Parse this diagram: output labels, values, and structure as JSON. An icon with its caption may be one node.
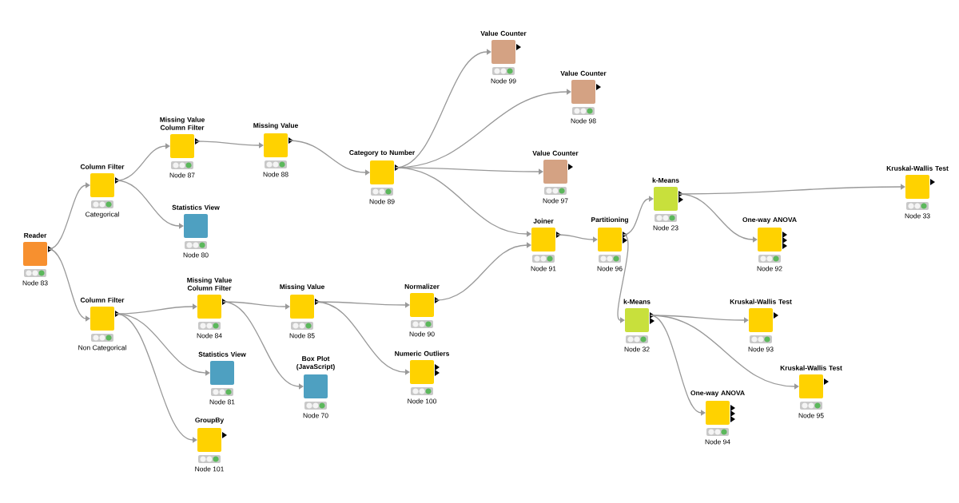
{
  "diagram": {
    "nodes": [
      {
        "text": [
          "Reader",
          "Node 83"
        ]
      },
      {
        "text": [
          "Column Filter",
          "Categorical"
        ]
      },
      {
        "text": [
          "Column Filter",
          "Non Categorical"
        ]
      },
      {
        "text": [
          "Missing Value Column Filter",
          "Node 87"
        ]
      },
      {
        "text": [
          "Statistics View",
          "Node 80"
        ]
      },
      {
        "text": [
          "Missing Value",
          "Node 88"
        ]
      },
      {
        "text": [
          "Category to Number",
          "Node 89"
        ]
      },
      {
        "text": [
          "Value Counter",
          "Node 99"
        ]
      },
      {
        "text": [
          "Value Counter",
          "Node 98"
        ]
      },
      {
        "text": [
          "Value Counter",
          "Node 97"
        ]
      },
      {
        "text": [
          "Missing Value Column Filter",
          "Node 84"
        ]
      },
      {
        "text": [
          "Missing Value",
          "Node 85"
        ]
      },
      {
        "text": [
          "Statistics View",
          "Node 81"
        ]
      },
      {
        "text": [
          "Box Plot (JavaScript)",
          "Node 70"
        ]
      },
      {
        "text": [
          "GroupBy",
          "Node 101"
        ]
      },
      {
        "text": [
          "Normalizer",
          "Node 90"
        ]
      },
      {
        "text": [
          "Numeric Outliers",
          "Node 100"
        ]
      },
      {
        "text": [
          "Joiner",
          "Node 91"
        ]
      },
      {
        "text": [
          "Partitioning",
          "Node 96"
        ]
      },
      {
        "text": [
          "k-Means",
          "Node 23"
        ]
      },
      {
        "text": [
          "One-way ANOVA",
          "Node 92"
        ]
      },
      {
        "text": [
          "Kruskal-Wallis Test",
          "Node 33"
        ]
      },
      {
        "text": [
          "k-Means",
          "Node 32"
        ]
      },
      {
        "text": [
          "Kruskal-Wallis Test",
          "Node 93"
        ]
      },
      {
        "text": [
          "Kruskal-Wallis Test",
          "Node 95"
        ]
      },
      {
        "text": [
          "One-way ANOVA",
          "Node 94"
        ]
      }
    ],
    "edges": [
      {
        "from": 0,
        "to": 1,
        "arrow": "to"
      },
      {
        "from": 0,
        "to": 2,
        "arrow": "to"
      },
      {
        "from": 1,
        "to": 3,
        "arrow": "to"
      },
      {
        "from": 1,
        "to": 4,
        "arrow": "to"
      },
      {
        "from": 3,
        "to": 5,
        "arrow": "to"
      },
      {
        "from": 5,
        "to": 6,
        "arrow": "to"
      },
      {
        "from": 6,
        "to": 7,
        "arrow": "to"
      },
      {
        "from": 6,
        "to": 8,
        "arrow": "to"
      },
      {
        "from": 6,
        "to": 9,
        "arrow": "to"
      },
      {
        "from": 6,
        "to": 17,
        "arrow": "to"
      },
      {
        "from": 2,
        "to": 10,
        "arrow": "to"
      },
      {
        "from": 2,
        "to": 12,
        "arrow": "to"
      },
      {
        "from": 2,
        "to": 14,
        "arrow": "to"
      },
      {
        "from": 10,
        "to": 11,
        "arrow": "to"
      },
      {
        "from": 10,
        "to": 13,
        "arrow": "to"
      },
      {
        "from": 11,
        "to": 15,
        "arrow": "to"
      },
      {
        "from": 11,
        "to": 16,
        "arrow": "to"
      },
      {
        "from": 15,
        "to": 17,
        "arrow": "to"
      },
      {
        "from": 17,
        "to": 18,
        "arrow": "to"
      },
      {
        "from": 18,
        "to": 19,
        "arrow": "to"
      },
      {
        "from": 18,
        "to": 22,
        "arrow": "to"
      },
      {
        "from": 19,
        "to": 21,
        "arrow": "to"
      },
      {
        "from": 19,
        "to": 20,
        "arrow": "to"
      },
      {
        "from": 22,
        "to": 23,
        "arrow": "to"
      },
      {
        "from": 22,
        "to": 24,
        "arrow": "to"
      },
      {
        "from": 22,
        "to": 25,
        "arrow": "to"
      }
    ]
  }
}
